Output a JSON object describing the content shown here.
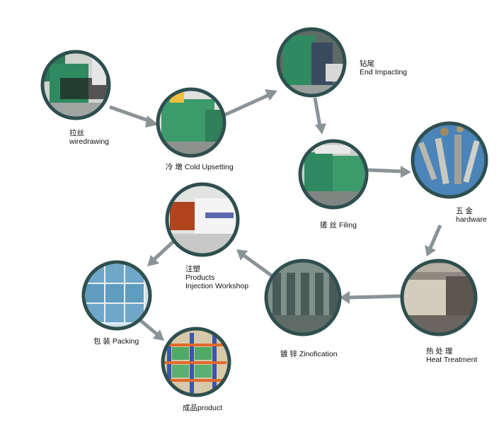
{
  "steps": {
    "wiredrawing": {
      "zh": "拉丝",
      "en": "wiredrawing"
    },
    "cold": {
      "zh": "冷 墩",
      "en": "Cold Upsetting"
    },
    "end": {
      "zh": "钻尾",
      "en": "End Impacting"
    },
    "filing": {
      "zh": "搓 丝",
      "en": "Filing"
    },
    "hardware": {
      "zh": "五 金",
      "en": "hardware"
    },
    "heat": {
      "zh": "热 处 理",
      "en": "Heat Treatment"
    },
    "zinc": {
      "zh": "镀 锌",
      "en": "Zinofication"
    },
    "injection": {
      "zh": "注塑",
      "en1": "Products",
      "en2": "Injection Workshop"
    },
    "packing": {
      "zh": "包 装",
      "en": "Packing"
    },
    "product": {
      "zh": "成品",
      "en": "product"
    }
  },
  "colors": {
    "ring": "#2f4f4f",
    "arrow": "#8a9396",
    "machine_green": "#3d8f66",
    "box_blue": "#6fa7c8"
  },
  "icons": {
    "wiredrawing": "wire-drawing-machine-photo",
    "cold": "cold-heading-machine-photo",
    "end": "drilling-machine-photo",
    "filing": "thread-rolling-machine-photo",
    "hardware": "screws-hardware-photo",
    "heat": "furnace-photo",
    "zinc": "plating-line-photo",
    "injection": "injection-machine-photo",
    "packing": "packed-boxes-photo",
    "product": "warehouse-shelves-photo"
  }
}
